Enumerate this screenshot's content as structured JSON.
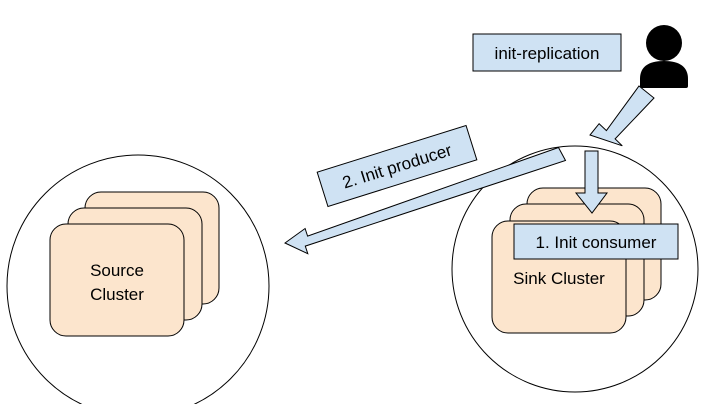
{
  "colors": {
    "node_fill": "#fce5cd",
    "label_box_fill": "#cfe2f3",
    "arrow_fill": "#cfe2f3",
    "stroke": "#000000",
    "user_icon": "#000000"
  },
  "icons": {
    "user": "user-icon"
  },
  "source_cluster": {
    "line1": "Source",
    "line2": "Cluster"
  },
  "sink_cluster": {
    "label": "Sink Cluster"
  },
  "edges": {
    "init_replication": "init-replication",
    "init_producer": "2. Init producer",
    "init_consumer": "1. Init consumer"
  }
}
